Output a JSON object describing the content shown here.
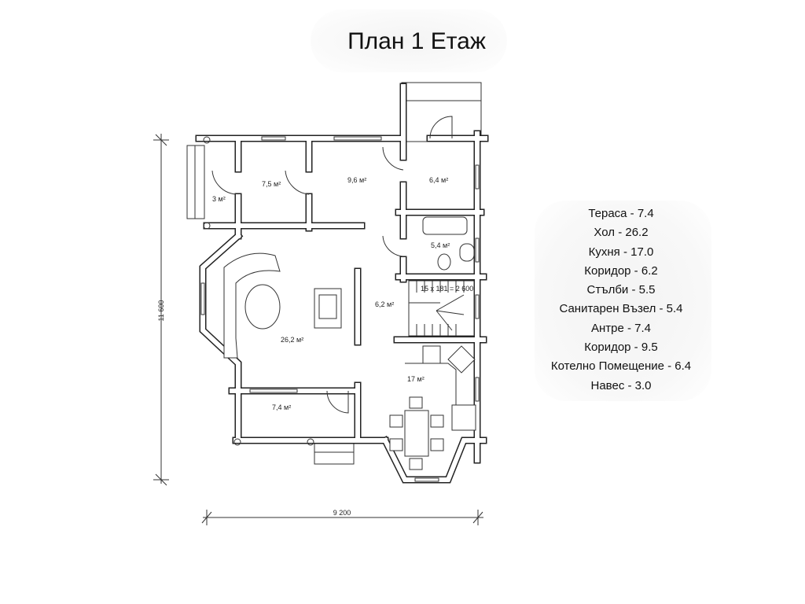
{
  "title": "План 1 Етаж",
  "plan": {
    "rooms": [
      {
        "label": "3 м²"
      },
      {
        "label": "7,5 м²"
      },
      {
        "label": "9,6 м²"
      },
      {
        "label": "6,4 м²"
      },
      {
        "label": "5,4 м²"
      },
      {
        "label": "6,2 м²"
      },
      {
        "label": "26,2 м²"
      },
      {
        "label": "17 м²"
      },
      {
        "label": "7,4 м²"
      }
    ],
    "stairs_note": "15 x 181 = 2 600",
    "dim_height": "11 600",
    "dim_width": "9 200"
  },
  "legend": [
    "Тераса - 7.4",
    "Хол - 26.2",
    "Кухня - 17.0",
    "Коридор - 6.2",
    "Стълби - 5.5",
    "Санитарен Възел - 5.4",
    "Антре - 7.4",
    "Коридор - 9.5",
    "Котелно Помещение - 6.4",
    "Навес - 3.0"
  ]
}
